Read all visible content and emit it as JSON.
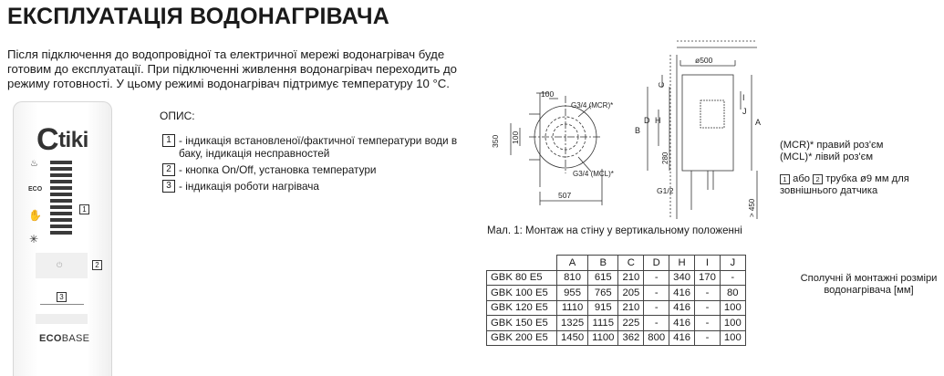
{
  "title": "ЕКСПЛУАТАЦІЯ ВОДОНАГРІВАЧА",
  "intro": "Після підключення до водопровідної та електричної мережі водонагрівач буде готовим до експлуатації. При підключенні живлення водонагрівач переходить до режиму готовності. У цьому режимі водонагрівач підтримує температуру 10 °C.",
  "device": {
    "logo": "tiki",
    "eco_label": "ECO",
    "brand_bold": "ECO",
    "brand_rest": "BASE",
    "callouts": [
      "1",
      "2",
      "3"
    ]
  },
  "opis": {
    "heading": "ОПИС:",
    "items": [
      {
        "num": "1",
        "text": "- індикація встановленої/фактичної температури води в баку, індикація несправностей"
      },
      {
        "num": "2",
        "text": "- кнопка On/Off, установка температури"
      },
      {
        "num": "3",
        "text": "- індикація роботи нагрівача"
      }
    ]
  },
  "figure": {
    "caption": "Мал. 1: Монтаж на стіну у вертикальному положенні",
    "labels": {
      "d100": "100",
      "mcr": "G3/4 (MCR)*",
      "mcl": "G3/4 (MCL)*",
      "d350": "350",
      "d100v": "100",
      "d507": "507",
      "g12": "G1/2",
      "phi500": "ø500",
      "c": "C",
      "b": "B",
      "d": "D",
      "h": "H",
      "i": "I",
      "j": "J",
      "a": "A",
      "d280": "280",
      "gt450": "> 450"
    }
  },
  "notes": {
    "mcr": "(MCR)*  правий роз'єм",
    "mcl": "(MCL)*  лівий роз'єм",
    "sensor_1": "1",
    "sensor_or": "або",
    "sensor_2": "2",
    "sensor_text": "трубка ø9 мм для",
    "sensor_text2": "зовнішнього датчика"
  },
  "side_note": "Сполучні й монтажні розміри водонагрівача [мм]",
  "table": {
    "headers": [
      "",
      "A",
      "B",
      "C",
      "D",
      "H",
      "I",
      "J"
    ],
    "rows": [
      [
        "GBK 80 E5",
        "810",
        "615",
        "210",
        "-",
        "340",
        "170",
        "-"
      ],
      [
        "GBK 100 E5",
        "955",
        "765",
        "205",
        "-",
        "416",
        "-",
        "80"
      ],
      [
        "GBK 120 E5",
        "1110",
        "915",
        "210",
        "-",
        "416",
        "-",
        "100"
      ],
      [
        "GBK 150 E5",
        "1325",
        "1115",
        "225",
        "-",
        "416",
        "-",
        "100"
      ],
      [
        "GBK 200 E5",
        "1450",
        "1100",
        "362",
        "800",
        "416",
        "-",
        "100"
      ]
    ]
  }
}
